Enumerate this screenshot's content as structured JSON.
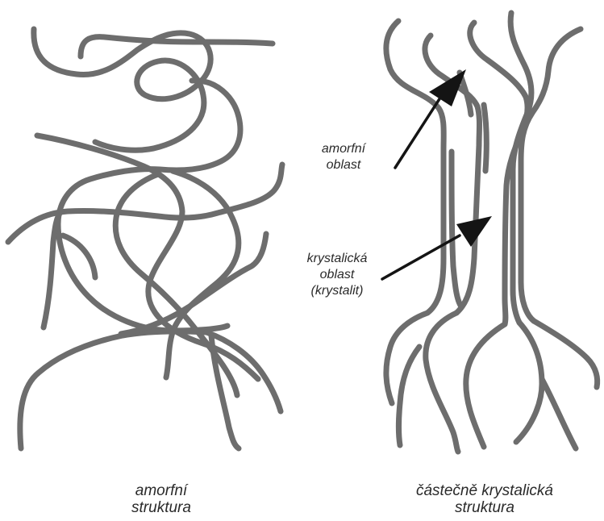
{
  "colors": {
    "chain": "#6d6d6d",
    "arrow": "#141414",
    "text": "#2a2a2a"
  },
  "labels": {
    "amorphous_region": [
      "amorfní",
      "oblast"
    ],
    "crystalline_region": [
      "krystalická",
      "oblast",
      "(krystalit)"
    ]
  },
  "captions": {
    "amorphous": [
      "amorfní",
      "struktura"
    ],
    "semicrystalline": [
      "částečně krystalická",
      "struktura"
    ]
  },
  "icons": {
    "arrow_shape": "black-filled-arrowhead"
  }
}
